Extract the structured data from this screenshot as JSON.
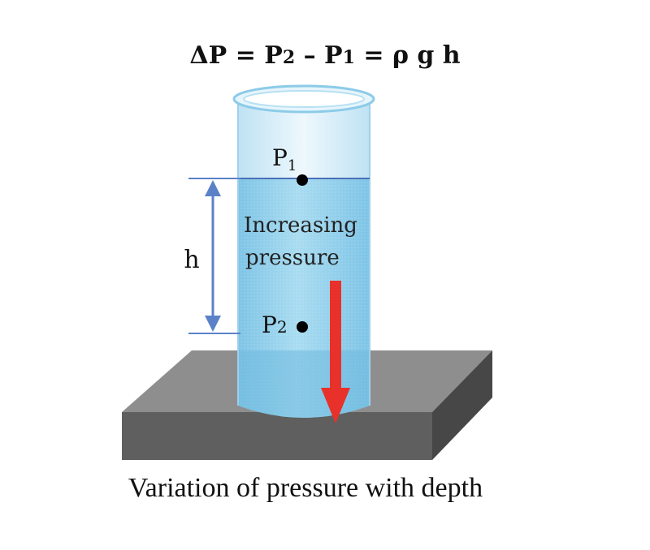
{
  "equation": {
    "delta_p": "ΔP",
    "eq1": " = ",
    "p2": "P",
    "p2_sub": "2",
    "minus": " – ",
    "p1": "P",
    "p1_sub": "1",
    "eq2": " = ",
    "rho": "ρ",
    "g": " g ",
    "h": "h"
  },
  "labels": {
    "p1": "P",
    "p1_sub": "1",
    "p2": "P",
    "p2_sub": "2",
    "height": "h",
    "increasing": "Increasing",
    "pressure": "pressure"
  },
  "caption": "Variation of pressure with depth",
  "colors": {
    "liquid": "#8ecde9",
    "liquid_dark": "#6fb9de",
    "glass": "#cfe9f6",
    "surface_line": "#4a6fb5",
    "dimension": "#5b82c8",
    "arrow": "#e8312a",
    "plate_top": "#8e8e8e",
    "plate_front": "#5f5f5f",
    "plate_side": "#474747"
  }
}
